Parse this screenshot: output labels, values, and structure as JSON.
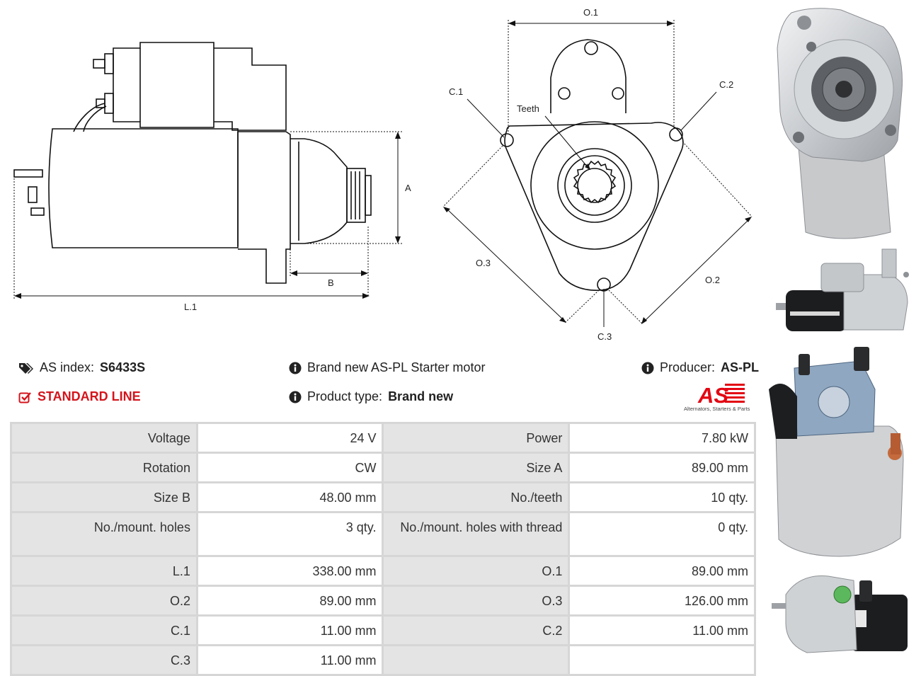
{
  "drawing_side": {
    "labels": {
      "a": "A",
      "b": "B",
      "l1": "L.1"
    }
  },
  "drawing_front": {
    "labels": {
      "o1": "O.1",
      "o2": "O.2",
      "o3": "O.3",
      "c1": "C.1",
      "c2": "C.2",
      "c3": "C.3",
      "teeth": "Teeth"
    }
  },
  "info": {
    "as_index_label": "AS index:",
    "as_index_value": "S6433S",
    "standard_line": "STANDARD LINE",
    "description": "Brand new AS-PL Starter motor",
    "product_type_label": "Product type:",
    "product_type_value": "Brand new",
    "producer_label": "Producer:",
    "producer_value": "AS-PL",
    "logo_text": "AS",
    "logo_tagline": "Alternators, Starters & Parts",
    "accent_color": "#e30613"
  },
  "specs": [
    {
      "l1": "Voltage",
      "v1": "24 V",
      "l2": "Power",
      "v2": "7.80 kW"
    },
    {
      "l1": "Rotation",
      "v1": "CW",
      "l2": "Size A",
      "v2": "89.00 mm"
    },
    {
      "l1": "Size B",
      "v1": "48.00 mm",
      "l2": "No./teeth",
      "v2": "10 qty."
    },
    {
      "l1": "No./mount. holes",
      "v1": "3 qty.",
      "l2": "No./mount. holes with thread",
      "v2": "0 qty."
    },
    {
      "l1": "L.1",
      "v1": "338.00 mm",
      "l2": "O.1",
      "v2": "89.00 mm"
    },
    {
      "l1": "O.2",
      "v1": "89.00 mm",
      "l2": "O.3",
      "v2": "126.00 mm"
    },
    {
      "l1": "C.1",
      "v1": "11.00 mm",
      "l2": "C.2",
      "v2": "11.00 mm"
    },
    {
      "l1": "C.3",
      "v1": "11.00 mm",
      "l2": "",
      "v2": ""
    }
  ]
}
